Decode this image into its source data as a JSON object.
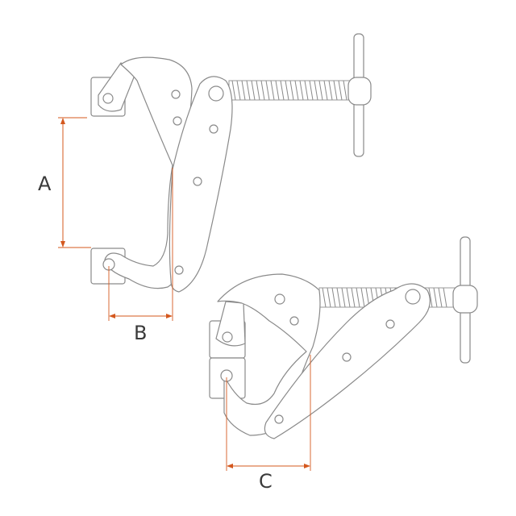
{
  "dimensions": {
    "a": {
      "label": "A",
      "color": "#d4581e"
    },
    "b": {
      "label": "B",
      "color": "#d4581e"
    },
    "c": {
      "label": "C",
      "color": "#d4581e"
    }
  },
  "colors": {
    "outline": "#8a8a8a",
    "dimension": "#d4581e",
    "label": "#3a3a3a",
    "background": "#ffffff"
  }
}
